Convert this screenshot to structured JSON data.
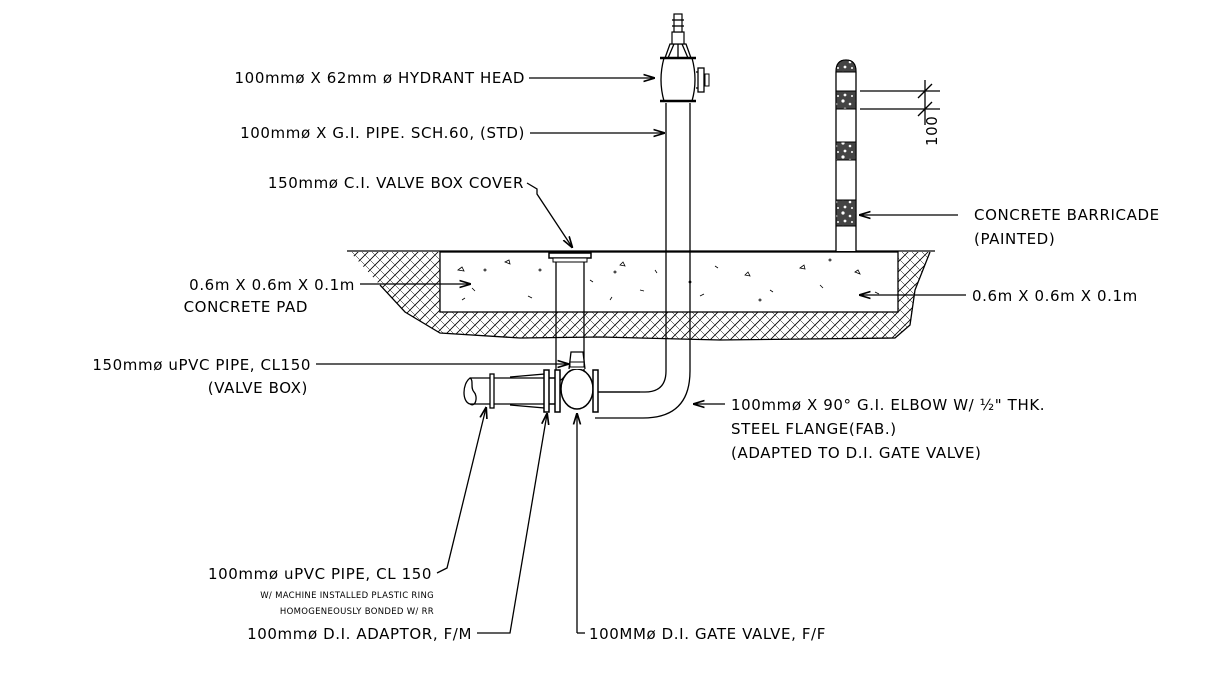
{
  "labels": {
    "hydrant_head": "100mmø X 62mm ø HYDRANT HEAD",
    "gi_pipe": "100mmø X G.I. PIPE. SCH.60, (STD)",
    "valve_box_cover": "150mmø C.I. VALVE BOX COVER",
    "concrete_pad_dims": "0.6m X 0.6m X 0.1m",
    "concrete_pad_word": "CONCRETE PAD",
    "upvc_valve_box_1": "150mmø uPVC PIPE, CL150",
    "upvc_valve_box_2": "(VALVE BOX)",
    "dimension_100": "100",
    "barricade_1": "CONCRETE BARRICADE",
    "barricade_2": "(PAINTED)",
    "right_pad_dims": "0.6m X 0.6m X 0.1m",
    "elbow_1": "100mmø X 90° G.I. ELBOW W/ ½\" THK.",
    "elbow_2": "STEEL FLANGE(FAB.)",
    "elbow_3": "(ADAPTED TO D.I. GATE VALVE)",
    "upvc_main_1": "100mmø uPVC PIPE, CL 150",
    "upvc_main_2": "W/ MACHINE INSTALLED PLASTIC RING",
    "upvc_main_3": "HOMOGENEOUSLY BONDED W/ RR",
    "gate_valve": "100MMø D.I. GATE VALVE, F/F",
    "adaptor": "100mmø D.I. ADAPTOR, F/M"
  }
}
